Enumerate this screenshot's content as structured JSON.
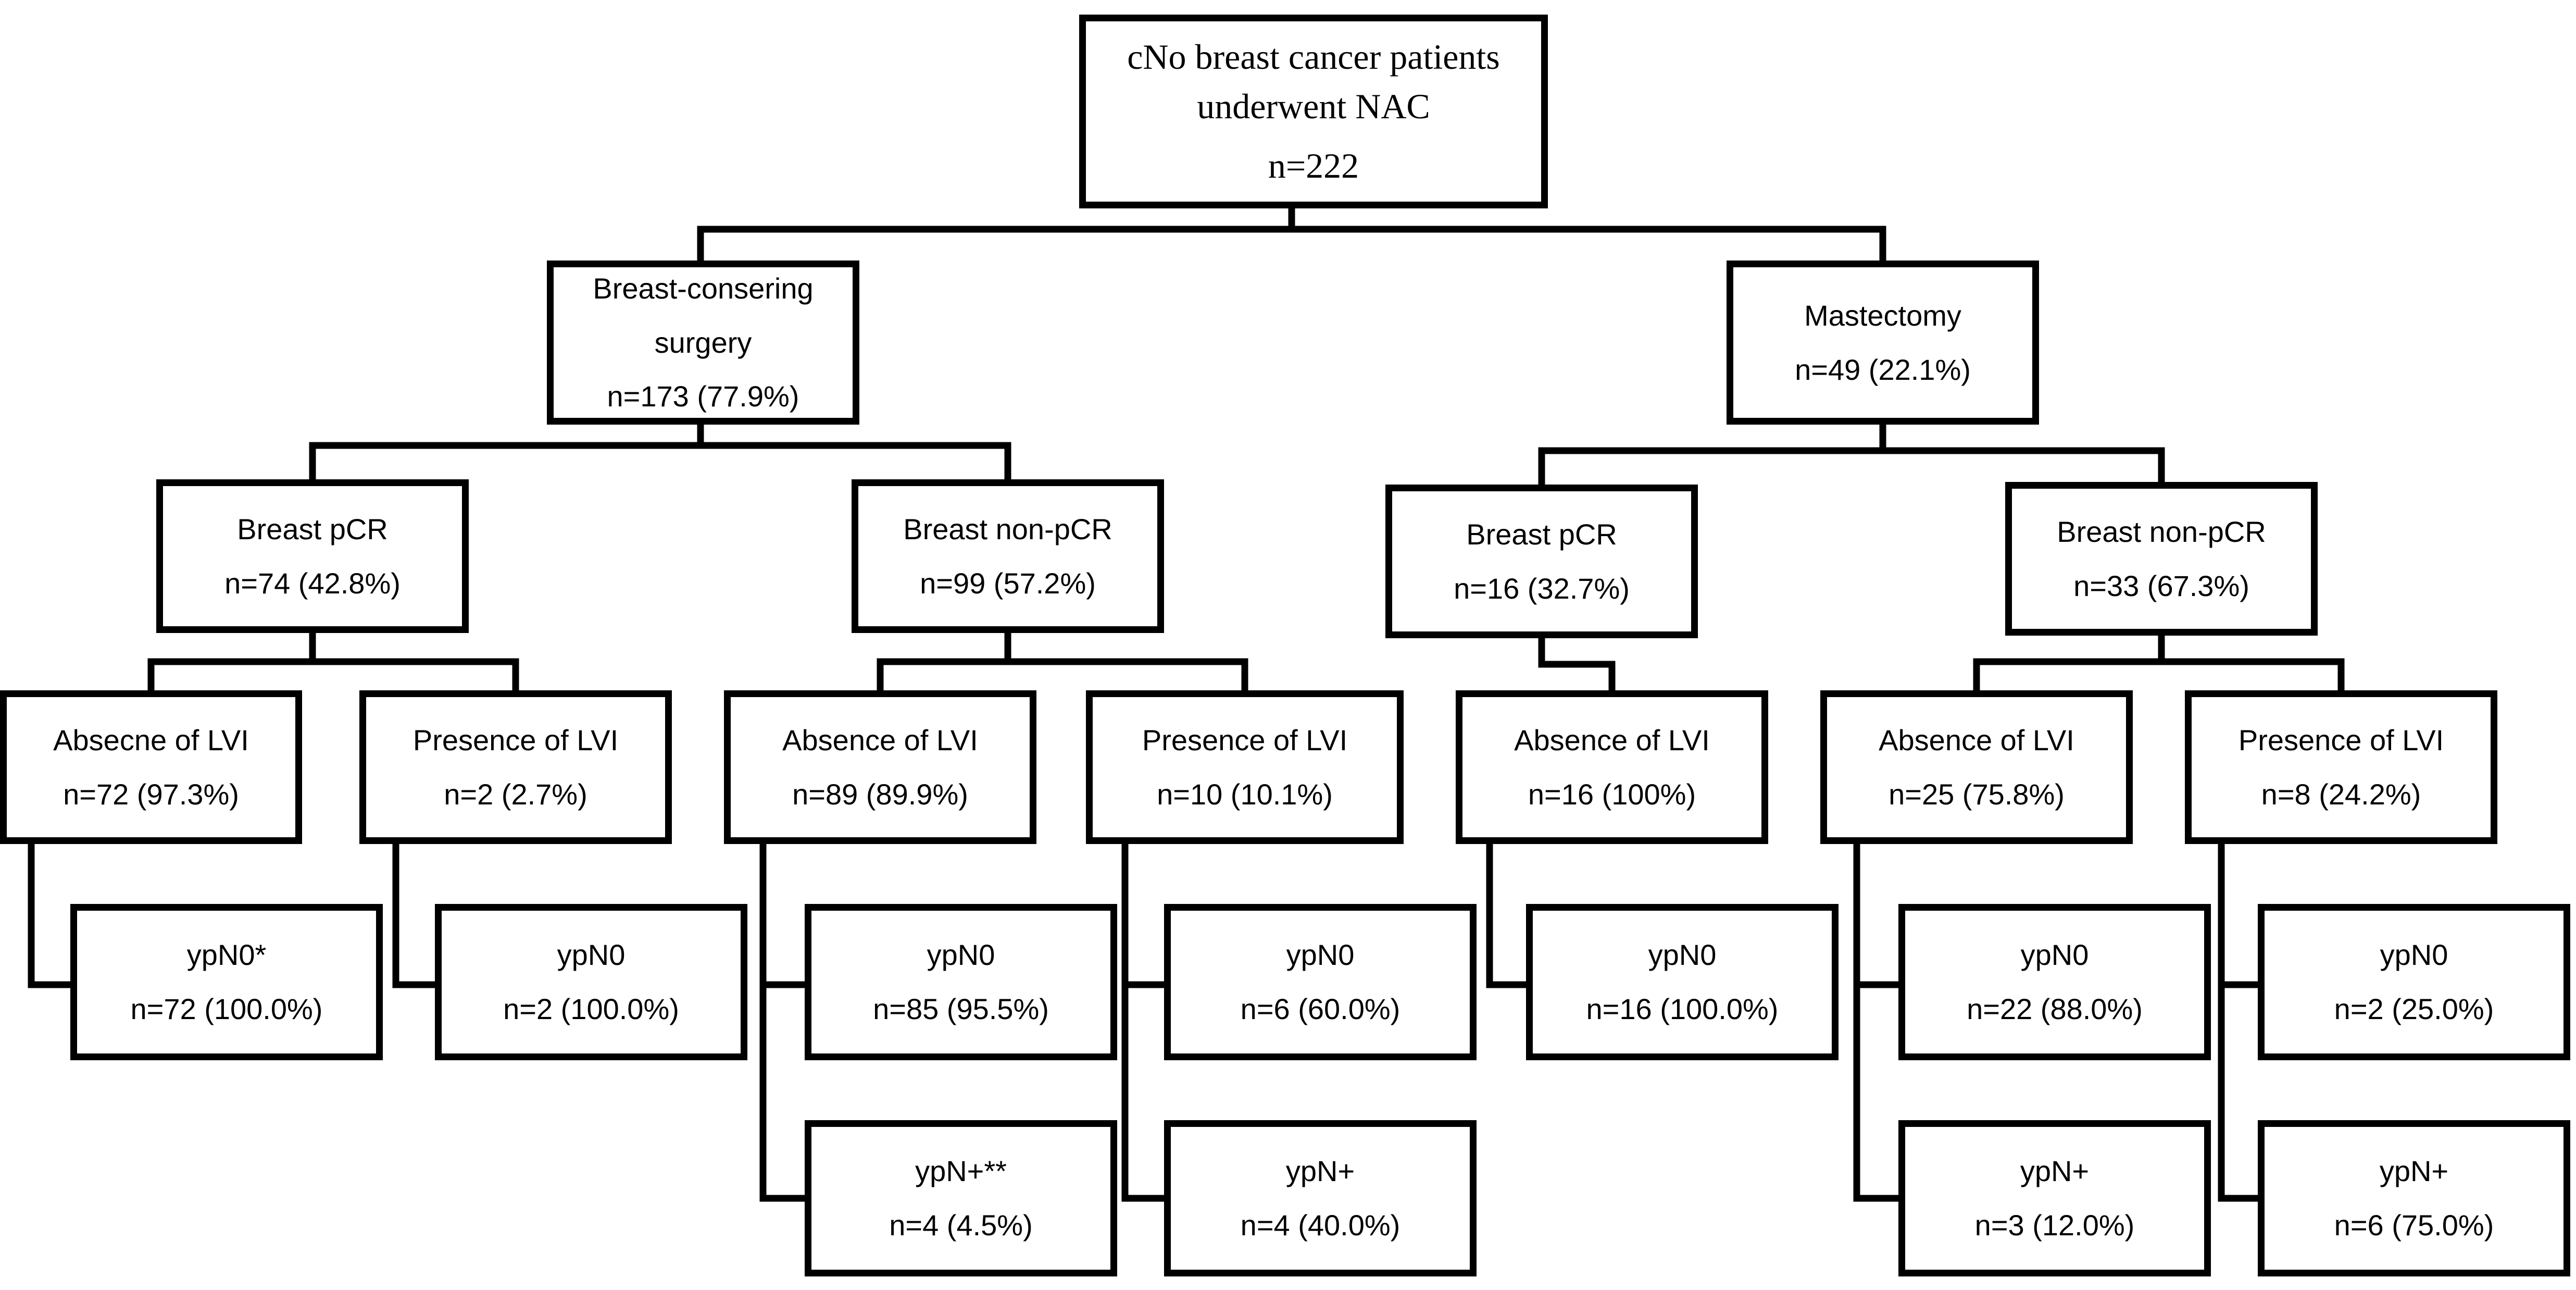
{
  "diagram": {
    "line_color": "#000000",
    "root": {
      "line1": "cNo breast cancer patients",
      "line2": "underwent NAC",
      "count": "n=222"
    },
    "bcs": {
      "label1": "Breast-consering",
      "label2": "surgery",
      "count": "n=173 (77.9%)"
    },
    "mast": {
      "label": "Mastectomy",
      "count": "n=49 (22.1%)"
    },
    "bcs_pcr": {
      "label": "Breast pCR",
      "count": "n=74 (42.8%)"
    },
    "bcs_npcr": {
      "label": "Breast non-pCR",
      "count": "n=99 (57.2%)"
    },
    "m_pcr": {
      "label": "Breast pCR",
      "count": "n=16 (32.7%)"
    },
    "m_npcr": {
      "label": "Breast non-pCR",
      "count": "n=33 (67.3%)"
    },
    "l1": {
      "label": "Absecne of LVI",
      "count": "n=72 (97.3%)"
    },
    "l2": {
      "label": "Presence of LVI",
      "count": "n=2 (2.7%)"
    },
    "l3": {
      "label": "Absence of LVI",
      "count": "n=89 (89.9%)"
    },
    "l4": {
      "label": "Presence of LVI",
      "count": "n=10 (10.1%)"
    },
    "l5": {
      "label": "Absence of LVI",
      "count": "n=16 (100%)"
    },
    "l6": {
      "label": "Absence of LVI",
      "count": "n=25 (75.8%)"
    },
    "l7": {
      "label": "Presence of LVI",
      "count": "n=8 (24.2%)"
    },
    "o1": {
      "label": "ypN0*",
      "count": "n=72 (100.0%)"
    },
    "o2": {
      "label": "ypN0",
      "count": "n=2 (100.0%)"
    },
    "o3": {
      "label": "ypN0",
      "count": "n=85 (95.5%)"
    },
    "o4": {
      "label": "ypN+**",
      "count": "n=4 (4.5%)"
    },
    "o5": {
      "label": "ypN0",
      "count": "n=6 (60.0%)"
    },
    "o6": {
      "label": "ypN+",
      "count": "n=4 (40.0%)"
    },
    "o7": {
      "label": "ypN0",
      "count": "n=16 (100.0%)"
    },
    "o8": {
      "label": "ypN0",
      "count": "n=22 (88.0%)"
    },
    "o9": {
      "label": "ypN+",
      "count": "n=3 (12.0%)"
    },
    "o10": {
      "label": "ypN0",
      "count": "n=2 (25.0%)"
    },
    "o11": {
      "label": "ypN+",
      "count": "n=6 (75.0%)"
    }
  }
}
